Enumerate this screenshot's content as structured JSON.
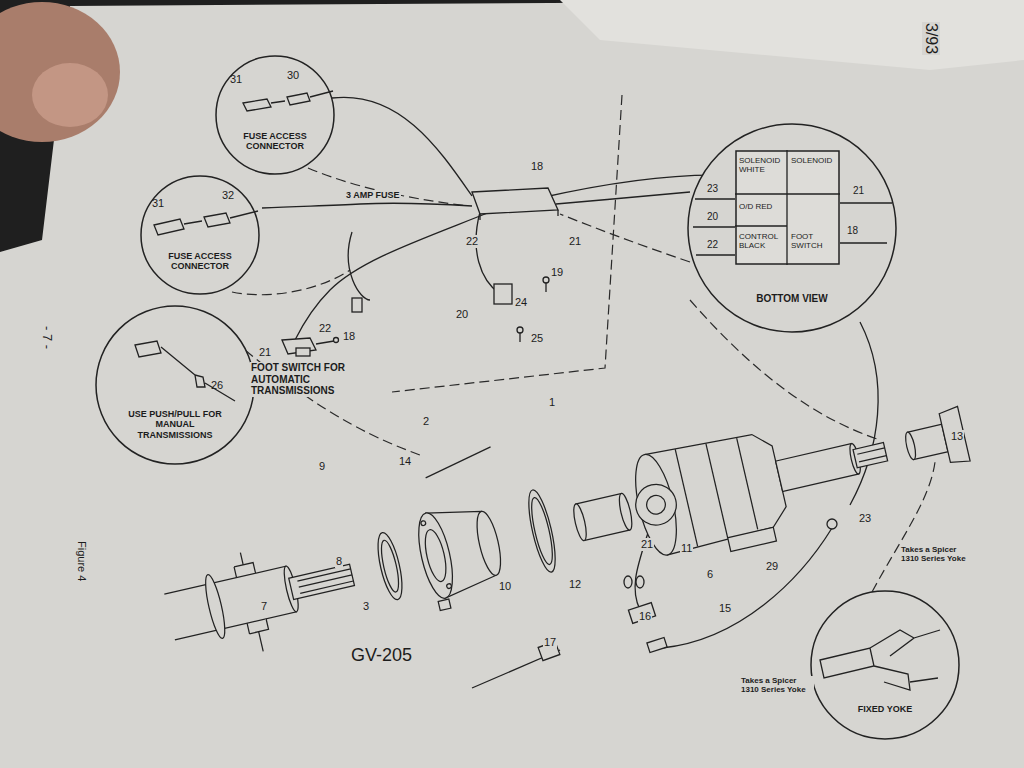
{
  "diagram": {
    "nodes": [
      {
        "text": [
          "31",
          "30",
          "FUSE ACCESS CONNECTOR"
        ]
      },
      {
        "text": [
          "31",
          "32",
          "FUSE ACCESS CONNECTOR"
        ]
      },
      {
        "text": [
          "26",
          "USE PUSH/PULL FOR MANUAL TRANSMISSIONS"
        ]
      },
      {
        "text": [
          "23",
          "20",
          "22",
          "21",
          "18",
          "BOTTOM VIEW"
        ]
      },
      {
        "text": [
          "SOLENOID WHITE",
          "SOLENOID",
          "O/D RED",
          "CONTROL BLACK",
          "FOOT SWITCH"
        ],
        "in": 3
      },
      {
        "text": [
          "FIXED YOKE"
        ]
      }
    ],
    "labels": [
      "3 AMP FUSE",
      "18",
      "22",
      "21",
      "19",
      "24",
      "20",
      "25",
      "22",
      "18",
      "21",
      "FOOT SWITCH FOR AUTOMATIC TRANSMISSIONS",
      "- 7 -",
      "Figure 4",
      "GV-205",
      "2",
      "1",
      "14",
      "9",
      "8",
      "7",
      "3",
      "10",
      "12",
      "11",
      "6",
      "29",
      "23",
      "13",
      "21",
      "16",
      "17",
      "15",
      "Takes a Spicer 1310 Series Yoke",
      "Takes a Spicer 1310 Series Yoke",
      "3/93"
    ]
  }
}
